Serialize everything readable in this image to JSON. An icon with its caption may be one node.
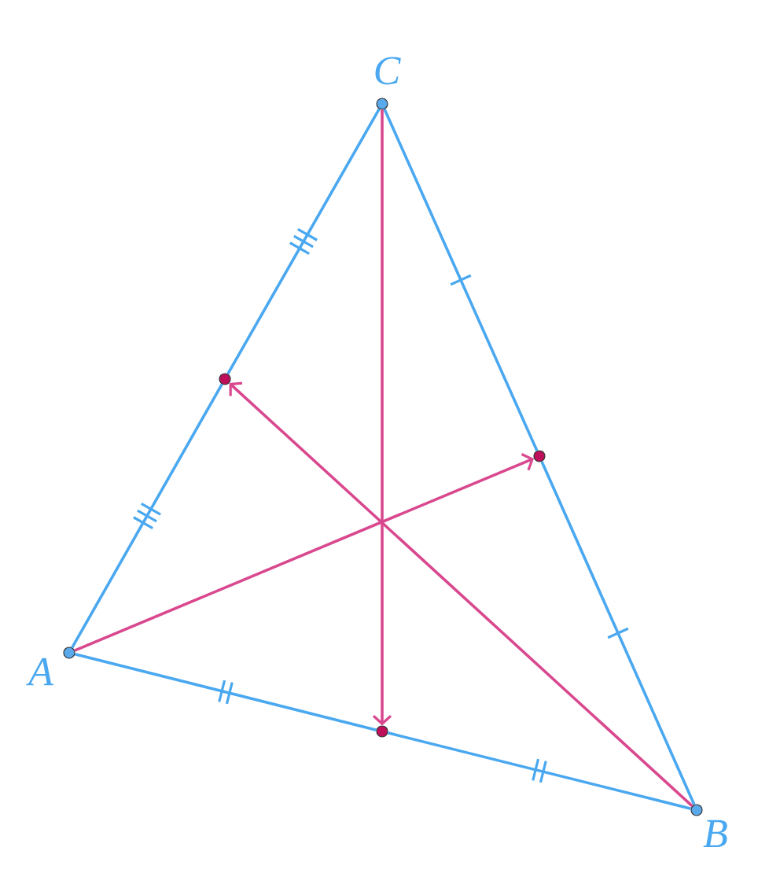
{
  "diagram": {
    "nodes": [
      {
        "text": [],
        "shape": "circle",
        "beside": [
          "C"
        ]
      },
      {
        "text": [],
        "shape": "circle"
      },
      {
        "text": [],
        "shape": "circle"
      },
      {
        "text": [],
        "shape": "circle",
        "beside": [
          "A"
        ]
      },
      {
        "text": [],
        "shape": "circle"
      },
      {
        "text": [],
        "shape": "circle",
        "beside": [
          "B"
        ]
      }
    ],
    "edges": [
      {
        "from": 3,
        "to": 1,
        "arrow": "none"
      },
      {
        "from": 1,
        "to": 0,
        "arrow": "none"
      },
      {
        "from": 0,
        "to": 2,
        "arrow": "none"
      },
      {
        "from": 2,
        "to": 5,
        "arrow": "none"
      },
      {
        "from": 5,
        "to": 4,
        "arrow": "none"
      },
      {
        "from": 4,
        "to": 3,
        "arrow": "none"
      },
      {
        "from": 3,
        "to": 2,
        "arrow": "to",
        "color": "#d9488f"
      },
      {
        "from": 5,
        "to": 1,
        "arrow": "to",
        "color": "#d9488f"
      },
      {
        "from": 0,
        "to": 4,
        "arrow": "to",
        "color": "#d9488f"
      }
    ]
  }
}
